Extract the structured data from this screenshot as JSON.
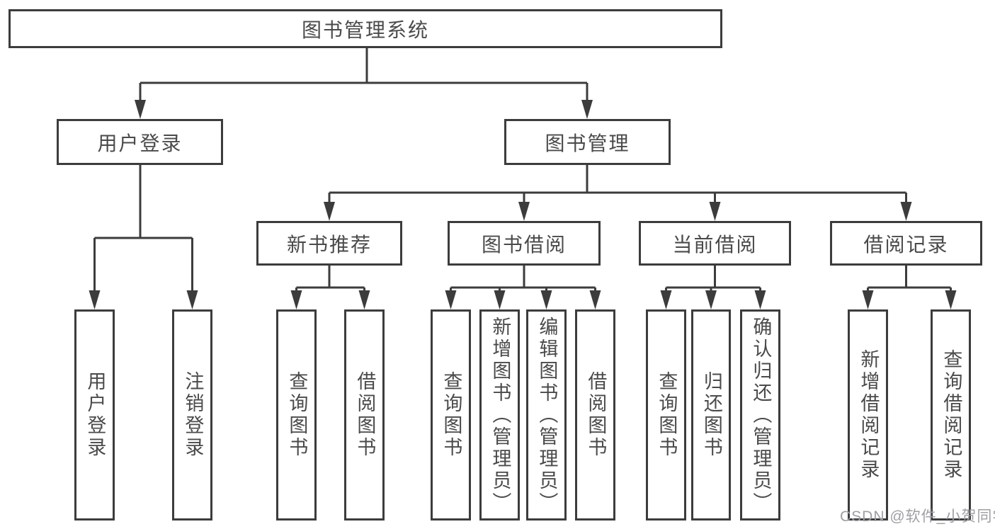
{
  "diagram": {
    "root": "图书管理系统",
    "level2": {
      "user_login": "用户登录",
      "book_mgmt": "图书管理"
    },
    "level3": {
      "new_books": "新书推荐",
      "book_borrow": "图书借阅",
      "current_borrow": "当前借阅",
      "borrow_records": "借阅记录"
    },
    "leaves": {
      "user_login": [
        "用户登录",
        "注销登录"
      ],
      "new_books": [
        "查询图书",
        "借阅图书"
      ],
      "book_borrow": [
        "查询图书",
        "新增图书（管理员）",
        "编辑图书（管理员）",
        "借阅图书"
      ],
      "current_borrow": [
        "查询图书",
        "归还图书",
        "确认归还（管理员）"
      ],
      "borrow_records": [
        "新增借阅记录",
        "查询借阅记录"
      ]
    }
  },
  "watermark": "CSDN @软件_小贺同学",
  "colors": {
    "line": "#3c3c3c",
    "border": "#3c3c3c",
    "text": "#4a4a4a",
    "watermark": "#9e9ea4",
    "background": "#ffffff"
  }
}
